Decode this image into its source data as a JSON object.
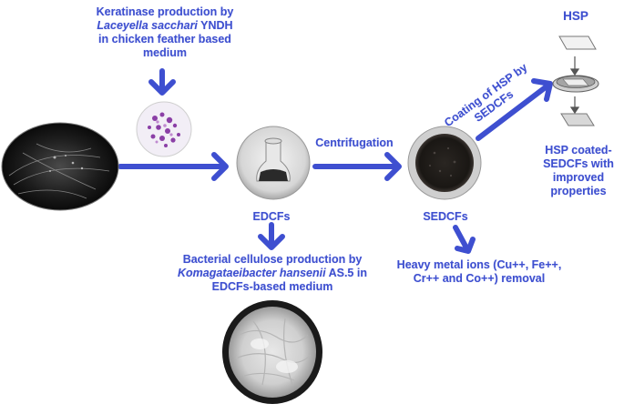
{
  "keratinase": {
    "line1": "Keratinase production by",
    "organism": "Laceyella sacchari",
    "strain": " YNDH",
    "line3": "in chicken feather based",
    "line4": "medium"
  },
  "edcfs_label": "EDCFs",
  "centrifugation_label": "Centrifugation",
  "sedcfs_label": "SEDCFs",
  "coating": {
    "line1": "Coating of HSP by",
    "line2": "SEDCFs"
  },
  "hsp_label": "HSP",
  "hsp_coated": {
    "line1": "HSP coated-",
    "line2": "SEDCFs with",
    "line3": "improved",
    "line4": "properties"
  },
  "cellulose": {
    "line1": "Bacterial cellulose production by",
    "organism": "Komagataeibacter hansenii",
    "strain": " AS.5 in",
    "line3": "EDCFs-based medium"
  },
  "heavy_metal": {
    "line1": "Heavy metal ions (Cu++, Fe++,",
    "line2": "Cr++ and Co++) removal"
  },
  "colors": {
    "accent": "#3d4fcf",
    "arrow": "#3e4fd0"
  }
}
